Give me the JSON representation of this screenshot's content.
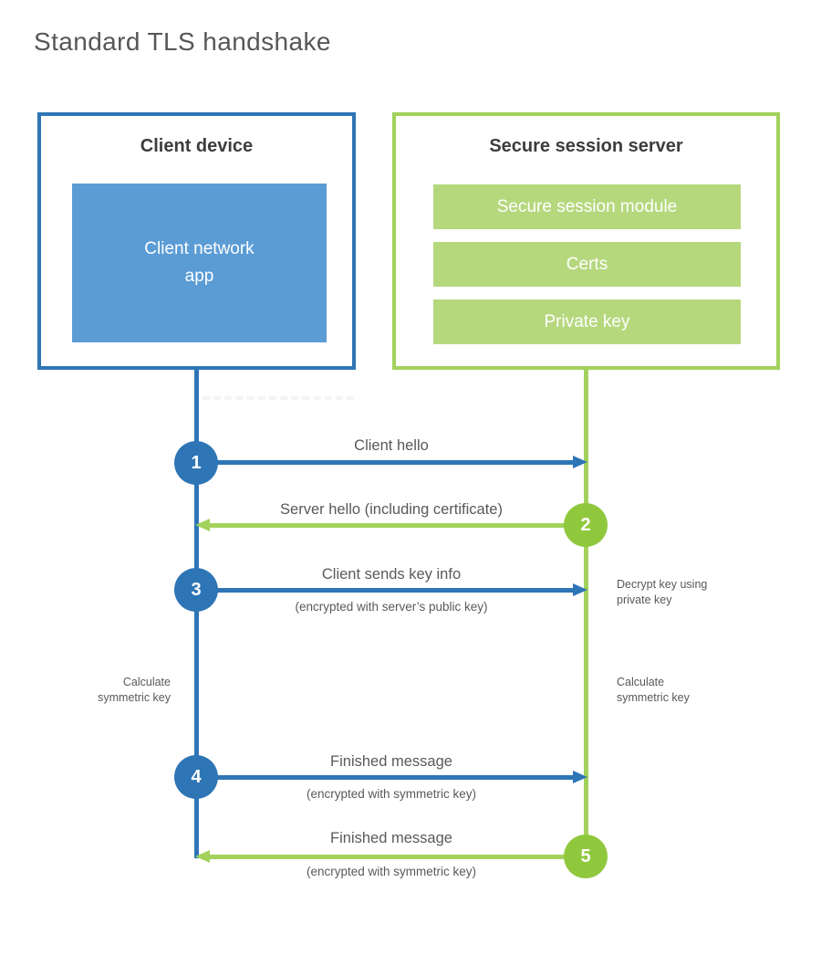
{
  "title": "Standard TLS handshake",
  "colors": {
    "blue": "#2e75b6",
    "blue_fill": "#5b9cd5",
    "green": "#a3d25c",
    "green_circle": "#90c83d",
    "green_fill": "#b5d87d"
  },
  "client_box": {
    "title": "Client device",
    "app": "Client network\napp"
  },
  "server_box": {
    "title": "Secure session server",
    "modules": [
      "Secure session module",
      "Certs",
      "Private key"
    ]
  },
  "messages": [
    {
      "step": "1",
      "label": "Client hello",
      "sublabel": ""
    },
    {
      "step": "2",
      "label": "Server hello (including certificate)",
      "sublabel": ""
    },
    {
      "step": "3",
      "label": "Client sends key info",
      "sublabel": "(encrypted with server’s public key)"
    },
    {
      "step": "4",
      "label": "Finished message",
      "sublabel": "(encrypted with symmetric key)"
    },
    {
      "step": "5",
      "label": "Finished message",
      "sublabel": "(encrypted with symmetric key)"
    }
  ],
  "annotations": {
    "decrypt_note": "Decrypt key using\nprivate key",
    "calculate_left": "Calculate\nsymmetric key",
    "calculate_right": "Calculate\nsymmetric key"
  }
}
